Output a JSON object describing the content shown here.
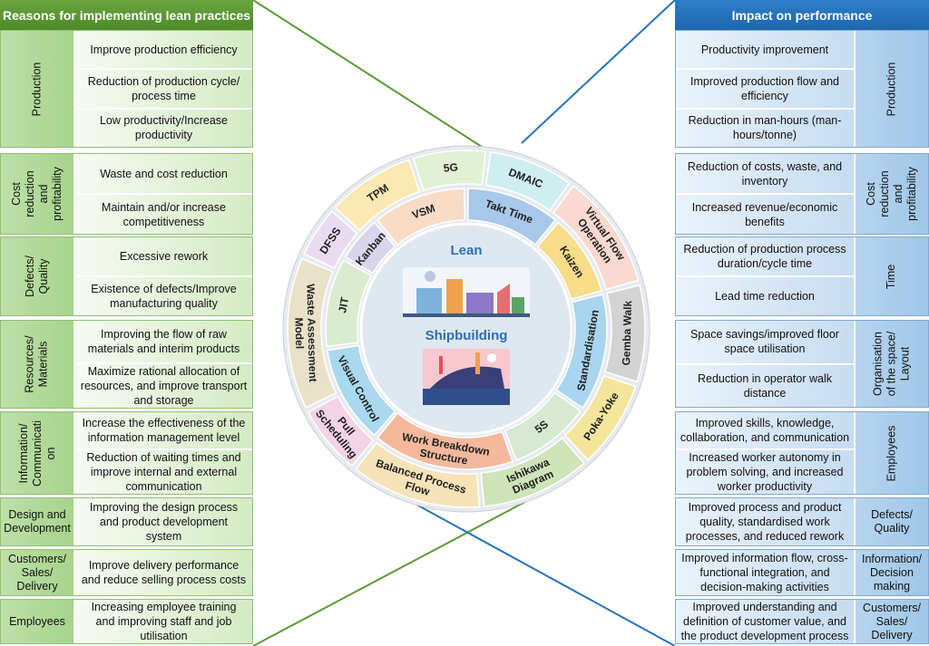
{
  "left_header": "Reasons for implementing lean practices",
  "right_header": "Impact on performance",
  "left_groups": [
    {
      "category": [
        "Production"
      ],
      "vertical": true,
      "items": [
        [
          "Improve production efficiency"
        ],
        [
          "Reduction of production cycle/",
          "process time"
        ],
        [
          "Low productivity/Increase",
          "productivity"
        ]
      ]
    },
    {
      "category": [
        "Cost",
        "reduction",
        "and",
        "profitability"
      ],
      "vertical": true,
      "items": [
        [
          "Waste and cost reduction"
        ],
        [
          "Maintain and/or increase",
          "competitiveness"
        ]
      ]
    },
    {
      "category": [
        "Defects/",
        "Quality"
      ],
      "vertical": true,
      "items": [
        [
          "Excessive rework"
        ],
        [
          "Existence of defects/Improve",
          "manufacturing quality"
        ]
      ]
    },
    {
      "category": [
        "Resources/",
        "Materials"
      ],
      "vertical": true,
      "items": [
        [
          "Improving the flow of raw",
          "materials and interim products"
        ],
        [
          "Maximize rational allocation of",
          "resources, and improve transport",
          "and storage"
        ]
      ]
    },
    {
      "category": [
        "Information/",
        "Communicati",
        "on"
      ],
      "vertical": true,
      "items": [
        [
          "Increase the effectiveness of the",
          "information management level"
        ],
        [
          "Reduction of waiting times and",
          "improve internal and external",
          "communication"
        ]
      ]
    },
    {
      "category": [
        "Design and",
        "Development"
      ],
      "vertical": false,
      "items": [
        [
          "Improving the design process",
          "and product development",
          "system"
        ]
      ]
    },
    {
      "category": [
        "Customers/",
        "Sales/",
        "Delivery"
      ],
      "vertical": false,
      "items": [
        [
          "Improve delivery performance",
          "and reduce selling process costs"
        ]
      ]
    },
    {
      "category": [
        "Employees"
      ],
      "vertical": false,
      "items": [
        [
          "Increasing employee training",
          "and improving staff and job",
          "utilisation"
        ]
      ]
    }
  ],
  "right_groups": [
    {
      "category": [
        "Production"
      ],
      "vertical": true,
      "items": [
        [
          "Productivity improvement"
        ],
        [
          "Improved production flow and",
          "efficiency"
        ],
        [
          "Reduction in man-hours (man-",
          "hours/tonne)"
        ]
      ]
    },
    {
      "category": [
        "Cost",
        "reduction",
        "and",
        "profitability"
      ],
      "vertical": true,
      "items": [
        [
          "Reduction of costs, waste, and",
          "inventory"
        ],
        [
          "Increased revenue/economic",
          "benefits"
        ]
      ]
    },
    {
      "category": [
        "Time"
      ],
      "vertical": true,
      "items": [
        [
          "Reduction of production process",
          "duration/cycle time"
        ],
        [
          "Lead time reduction"
        ]
      ]
    },
    {
      "category": [
        "Organisation",
        "of the space/",
        "Layout"
      ],
      "vertical": true,
      "items": [
        [
          "Space savings/improved floor",
          "space utilisation"
        ],
        [
          "Reduction in operator walk",
          "distance"
        ]
      ]
    },
    {
      "category": [
        "Employees"
      ],
      "vertical": true,
      "items": [
        [
          "Improved skills, knowledge,",
          "collaboration, and communication"
        ],
        [
          "Increased worker autonomy in",
          "problem solving, and increased",
          "worker productivity"
        ]
      ]
    },
    {
      "category": [
        "Defects/",
        "Quality"
      ],
      "vertical": false,
      "items": [
        [
          "Improved process and product",
          "quality, standardised work",
          "processes, and reduced rework"
        ]
      ]
    },
    {
      "category": [
        "Information/",
        "Decision",
        "making"
      ],
      "vertical": false,
      "items": [
        [
          "Improved information flow, cross-",
          "functional integration, and",
          "decision-making activities"
        ]
      ]
    },
    {
      "category": [
        "Customers/",
        "Sales/",
        "Delivery"
      ],
      "vertical": false,
      "items": [
        [
          "Improved understanding and",
          "definition of customer value, and",
          "the product development process"
        ]
      ]
    }
  ],
  "outer_ring": [
    "TPM",
    "5G",
    "DMAIC",
    "Virtual Flow Operation",
    "Gemba Walk",
    "Poka-Yoke",
    "Ishikawa Diagram",
    "Balanced Process Flow",
    "Pull Scheduling",
    "Waste Assessment Model",
    "DFSS"
  ],
  "inner_ring": [
    "VSM",
    "Takt Time",
    "Kaizen",
    "Standardisation",
    "5S",
    "Work Breakdown Structure",
    "Visual Control",
    "JIT",
    "Kanban"
  ],
  "center": {
    "top": "Lean",
    "bottom": "Shipbuilding"
  },
  "colors": {
    "green_header": "#5b9a34",
    "blue_header": "#2673bd",
    "outer_ring_colors": [
      "#fbe8b2",
      "#e2f0d3",
      "#cfeef0",
      "#f9d9d0",
      "#d3d3d3",
      "#f3e69c",
      "#cfe4b8",
      "#f6e3b7",
      "#f5d3e6",
      "#e9e2c9",
      "#e9dcf0"
    ],
    "inner_ring_colors": [
      "#f8dcc5",
      "#a7c8e8",
      "#f7dd8a",
      "#a9d5ef",
      "#d5ead0",
      "#f4b99c",
      "#aad8ef",
      "#d8eccf",
      "#d9d5ec"
    ]
  }
}
